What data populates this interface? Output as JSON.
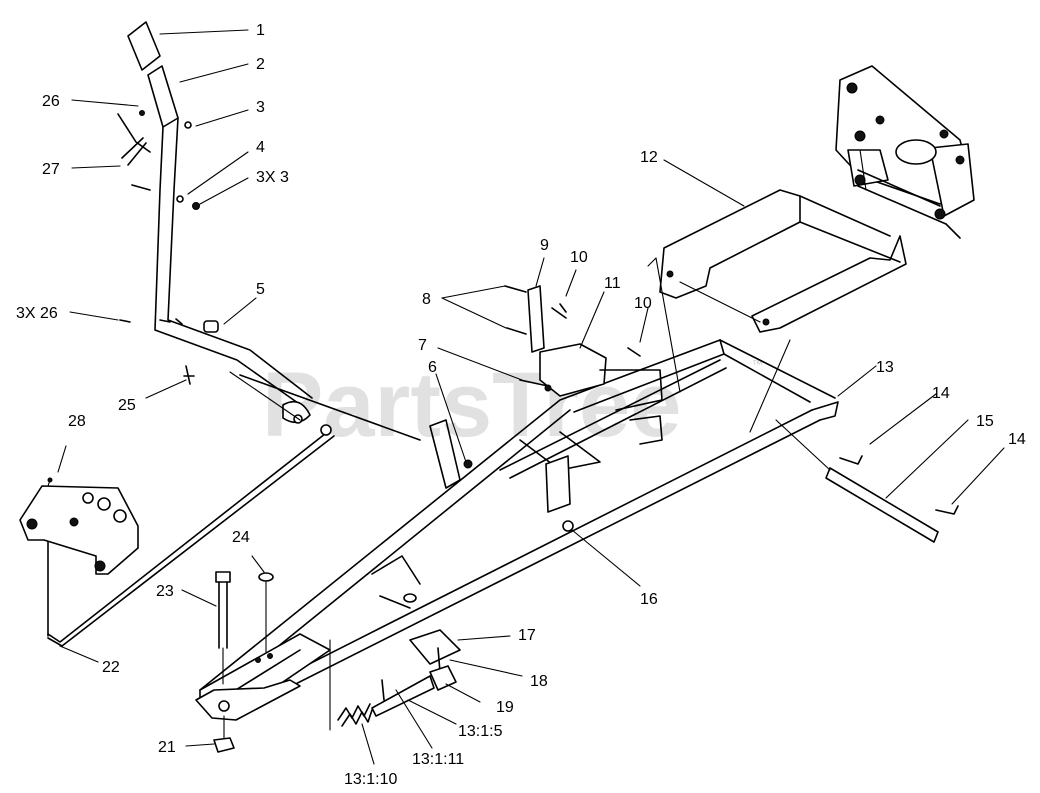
{
  "watermark": {
    "text": "PartsTree",
    "trademark": "™"
  },
  "callouts": [
    {
      "id": "c1",
      "text": "1"
    },
    {
      "id": "c2",
      "text": "2"
    },
    {
      "id": "c3",
      "text": "3"
    },
    {
      "id": "c4",
      "text": "4"
    },
    {
      "id": "c3x3",
      "text": "3X 3"
    },
    {
      "id": "c5",
      "text": "5"
    },
    {
      "id": "c26",
      "text": "26"
    },
    {
      "id": "c27",
      "text": "27"
    },
    {
      "id": "c3x26",
      "text": "3X 26"
    },
    {
      "id": "c25",
      "text": "25"
    },
    {
      "id": "c28",
      "text": "28"
    },
    {
      "id": "c22",
      "text": "22"
    },
    {
      "id": "c23",
      "text": "23"
    },
    {
      "id": "c24",
      "text": "24"
    },
    {
      "id": "c21",
      "text": "21"
    },
    {
      "id": "c9",
      "text": "9"
    },
    {
      "id": "c10a",
      "text": "10"
    },
    {
      "id": "c8",
      "text": "8"
    },
    {
      "id": "c11",
      "text": "11"
    },
    {
      "id": "c10b",
      "text": "10"
    },
    {
      "id": "c7",
      "text": "7"
    },
    {
      "id": "c6",
      "text": "6"
    },
    {
      "id": "c12",
      "text": "12"
    },
    {
      "id": "c13",
      "text": "13"
    },
    {
      "id": "c14a",
      "text": "14"
    },
    {
      "id": "c15",
      "text": "15"
    },
    {
      "id": "c14b",
      "text": "14"
    },
    {
      "id": "c16",
      "text": "16"
    },
    {
      "id": "c17",
      "text": "17"
    },
    {
      "id": "c18",
      "text": "18"
    },
    {
      "id": "c19",
      "text": "19"
    },
    {
      "id": "c1315",
      "text": "13:1:5"
    },
    {
      "id": "c13111",
      "text": "13:1:11"
    },
    {
      "id": "c13110",
      "text": "13:1:10"
    }
  ]
}
